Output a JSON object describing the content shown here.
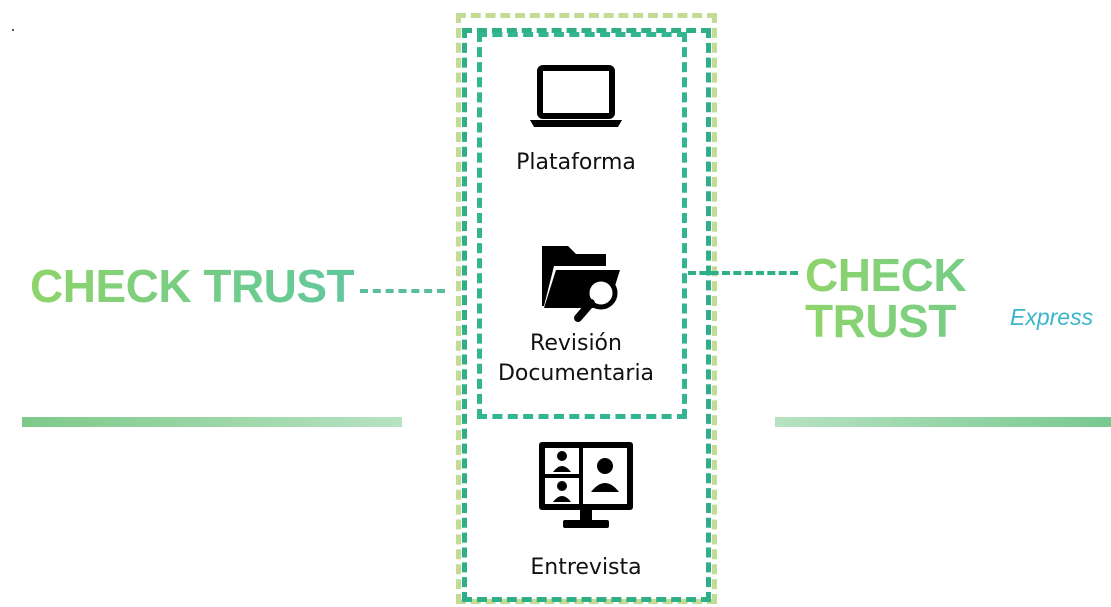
{
  "brand_left": {
    "text": "CHECK TRUST"
  },
  "brand_right": {
    "text": "CHECK TRUST",
    "subtitle": "Express"
  },
  "steps": [
    {
      "label": "Plataforma",
      "icon": "laptop-icon"
    },
    {
      "label_line1": "Revisión",
      "label_line2": "Documentaria",
      "icon": "folder-search-icon"
    },
    {
      "label": "Entrevista",
      "icon": "video-conference-icon"
    }
  ],
  "colors": {
    "brand_green": "#8fd46b",
    "brand_teal": "#5fc79e",
    "express_blue": "#3bb5c9",
    "dash_teal": "#2faf88",
    "dash_light_green": "#c2dc93"
  }
}
